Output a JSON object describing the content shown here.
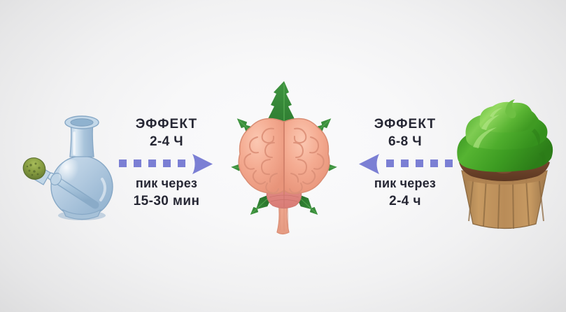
{
  "background": {
    "center_color": "#f8f8f9",
    "edge_color": "#d7d7d9"
  },
  "theme": {
    "text_color": "#262734",
    "arrow_color": "#7b7fd4",
    "leaf_green": "#2f7d32",
    "brain_pink": "#f3a98f",
    "frosting_green": "#4caf2a",
    "glass_blue": "#aec6dd"
  },
  "left": {
    "product_name": "bong",
    "effect_label": "ЭФФЕКТ",
    "effect_duration": "2-4 Ч",
    "peak_label": "пик через",
    "peak_value": "15-30 мин",
    "arrow_direction": "right",
    "dash_count": 5
  },
  "right": {
    "product_name": "cupcake",
    "effect_label": "ЭФФЕКТ",
    "effect_duration": "6-8 Ч",
    "peak_label": "пик через",
    "peak_value": "2-4 ч",
    "arrow_direction": "left",
    "dash_count": 5
  },
  "center": {
    "subject": "brain-with-cannabis-leaf"
  }
}
